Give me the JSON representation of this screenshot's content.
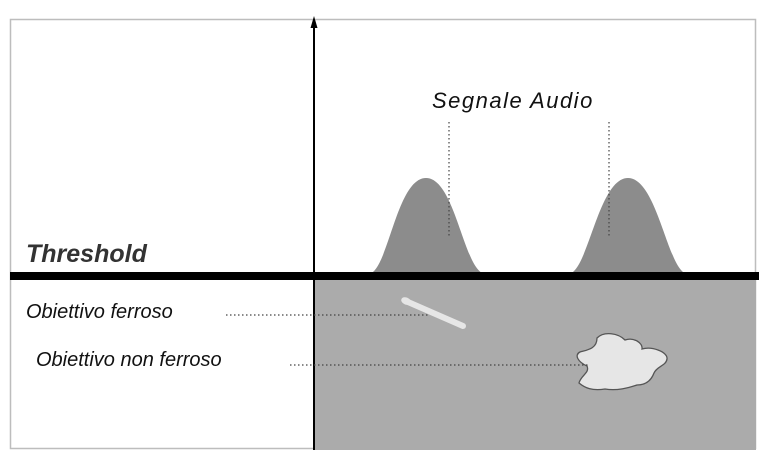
{
  "diagram": {
    "audio_signal_label": "Segnale Audio",
    "threshold_label": "Threshold",
    "ferrous_target_label": "Obiettivo ferroso",
    "nonferrous_target_label": "Obiettivo non ferroso",
    "colors": {
      "background": "#ffffff",
      "ground": "#ababab",
      "signal_peak": "#8c8c8c",
      "target": "#e6e6e6",
      "threshold_line": "#000000"
    }
  }
}
